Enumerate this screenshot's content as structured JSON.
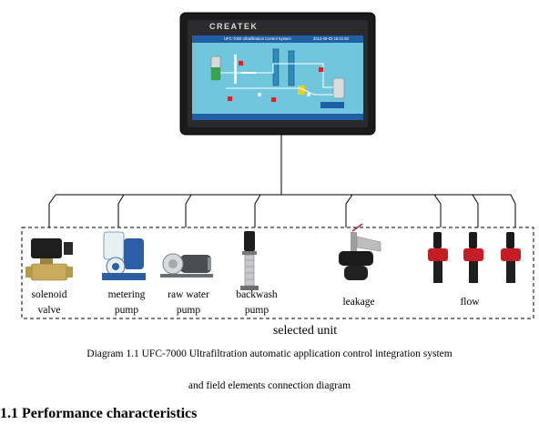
{
  "hmi": {
    "brand": "CREATEK",
    "screen_title": "UFC-7000 Ultrafiltration Control System",
    "screen_datetime": "2013-09-03 15:01:50"
  },
  "units": {
    "solenoid": [
      "solenoid",
      "valve"
    ],
    "metering": [
      "metering",
      "pump"
    ],
    "raw_water": [
      "raw water",
      "pump"
    ],
    "backwash": [
      "backwash",
      "pump"
    ],
    "leakage": "leakage",
    "flow": "flow"
  },
  "group_label": "selected unit",
  "caption": {
    "line1": "Diagram 1.1 UFC-7000 Ultrafiltration automatic application control integration system",
    "line2": "and field elements connection diagram"
  },
  "section_heading": "1.1 Performance characteristics"
}
